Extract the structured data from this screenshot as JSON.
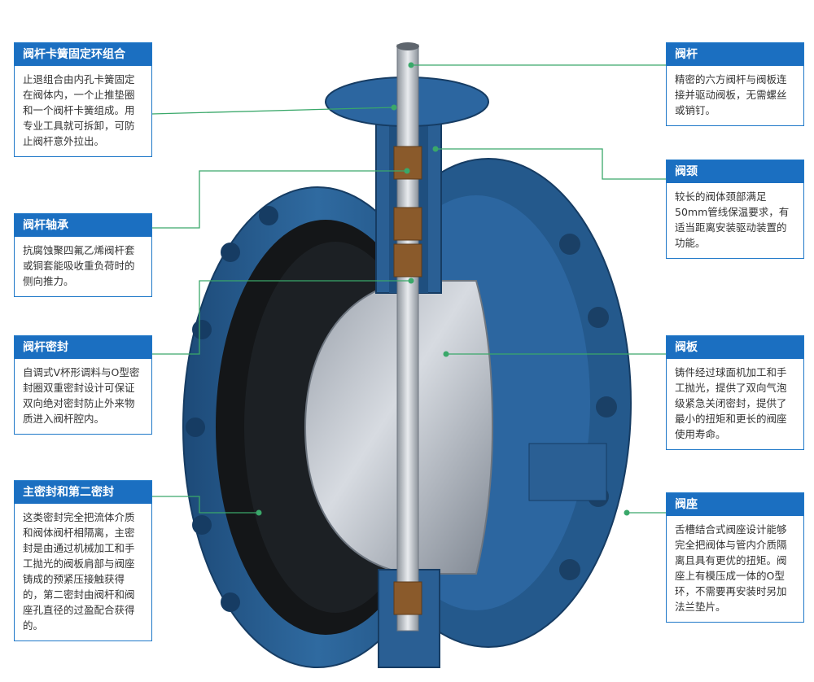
{
  "colors": {
    "header_bg": "#1b6fc1",
    "box_border": "#1f78c8",
    "leader_line": "#3aa86a",
    "valve_body": "#2a5d8f",
    "rubber_liner": "#141618",
    "disc": "#c7ccd3",
    "bearing": "#8a5a2b"
  },
  "callouts": {
    "stem_retainer": {
      "title": "阀杆卡簧固定环组合",
      "text": "止退组合由内孔卡簧固定在阀体内，一个止推垫圈和一个阀杆卡簧组成。用专业工具就可拆卸，可防止阀杆意外拉出。"
    },
    "stem_bearing": {
      "title": "阀杆轴承",
      "text": "抗腐蚀聚四氟乙烯阀杆套或铜套能吸收重负荷时的侧向推力。"
    },
    "stem_seal": {
      "title": "阀杆密封",
      "text": "自调式V杯形调料与O型密封圈双重密封设计可保证双向绝对密封防止外来物质进入阀杆腔内。"
    },
    "main_seal": {
      "title": "主密封和第二密封",
      "text": "这类密封完全把流体介质和阀体阀杆相隔离，主密封是由通过机械加工和手工抛光的阀板肩部与阀座铸成的预紧压接触获得的，第二密封由阀杆和阀座孔直径的过盈配合获得的。"
    },
    "stem": {
      "title": "阀杆",
      "text": "精密的六方阀杆与阀板连接并驱动阀板，无需螺丝或销钉。"
    },
    "neck": {
      "title": "阀颈",
      "text": "较长的阀体颈部满足50mm管线保温要求，有适当距离安装驱动装置的功能。"
    },
    "disc": {
      "title": "阀板",
      "text": "铸件经过球面机加工和手工抛光，提供了双向气泡级紧急关闭密封，提供了最小的扭矩和更长的阀座使用寿命。"
    },
    "seat": {
      "title": "阀座",
      "text": "舌槽结合式阀座设计能够完全把阀体与管内介质隔离且具有更优的扭矩。阀座上有模压成一体的O型环，不需要再安装时另加法兰垫片。"
    }
  }
}
